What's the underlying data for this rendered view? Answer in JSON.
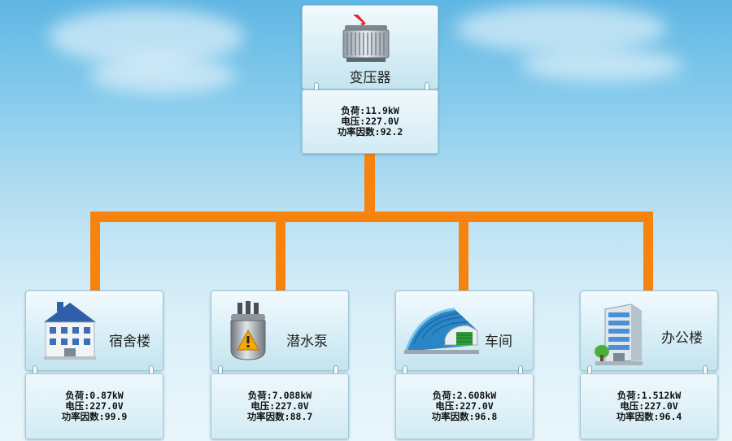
{
  "transformer": {
    "name": "变压器",
    "load": "负荷:11.9kW",
    "voltage": "电压:227.0V",
    "power_factor": "功率因数:92.2"
  },
  "loads": [
    {
      "name": "宿舍楼",
      "icon": "dormitory-building-icon",
      "load": "负荷:0.87kW",
      "voltage": "电压:227.0V",
      "power_factor": "功率因数:99.9"
    },
    {
      "name": "潜水泵",
      "icon": "submersible-pump-icon",
      "load": "负荷:7.088kW",
      "voltage": "电压:227.0V",
      "power_factor": "功率因数:88.7"
    },
    {
      "name": "车间",
      "icon": "workshop-icon",
      "load": "负荷:2.608kW",
      "voltage": "电压:227.0V",
      "power_factor": "功率因数:96.8"
    },
    {
      "name": "办公楼",
      "icon": "office-building-icon",
      "load": "负荷:1.512kW",
      "voltage": "电压:227.0V",
      "power_factor": "功率因数:96.4"
    }
  ],
  "colors": {
    "connector": "#f7830f",
    "sky_top": "#5fb6e3",
    "sky_bottom": "#e9f6fb"
  }
}
